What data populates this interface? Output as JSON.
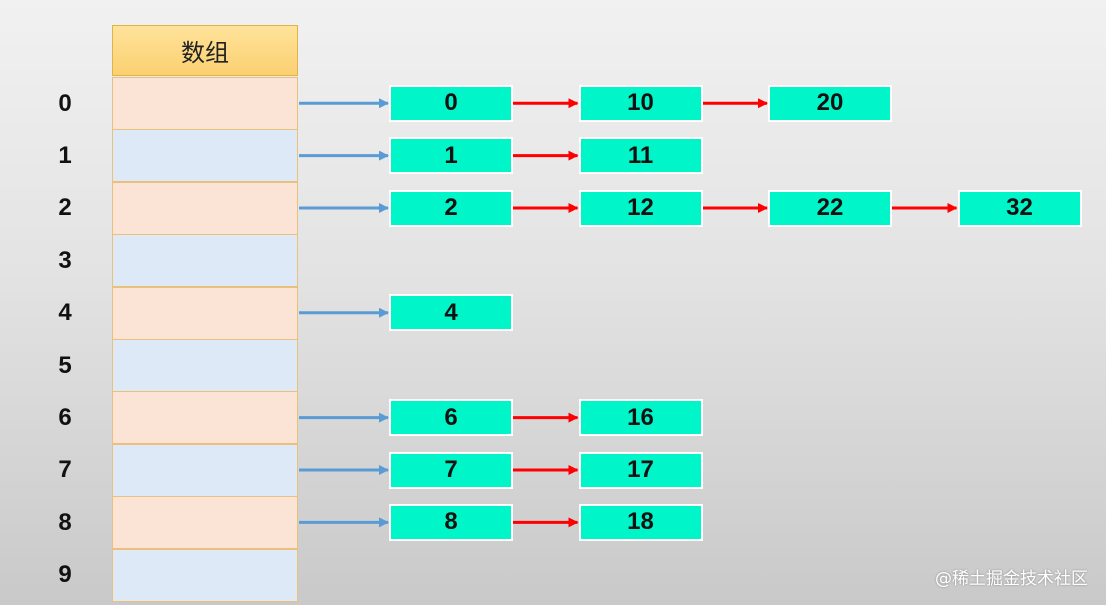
{
  "header": {
    "label": "数组"
  },
  "indices": [
    "0",
    "1",
    "2",
    "3",
    "4",
    "5",
    "6",
    "7",
    "8",
    "9"
  ],
  "chains": [
    [
      "0",
      "10",
      "20"
    ],
    [
      "1",
      "11"
    ],
    [
      "2",
      "12",
      "22",
      "32"
    ],
    [],
    [
      "4"
    ],
    [],
    [
      "6",
      "16"
    ],
    [
      "7",
      "17"
    ],
    [
      "8",
      "18"
    ],
    []
  ],
  "colors": {
    "pointer_arrow": "#5b9bd5",
    "link_arrow": "#ff0000",
    "node_fill": "#00f5c8",
    "cell_even": "#fbe4d6",
    "cell_odd": "#dde9f6",
    "header_fill": "#fcd571"
  },
  "watermark": "@稀土掘金技术社区"
}
